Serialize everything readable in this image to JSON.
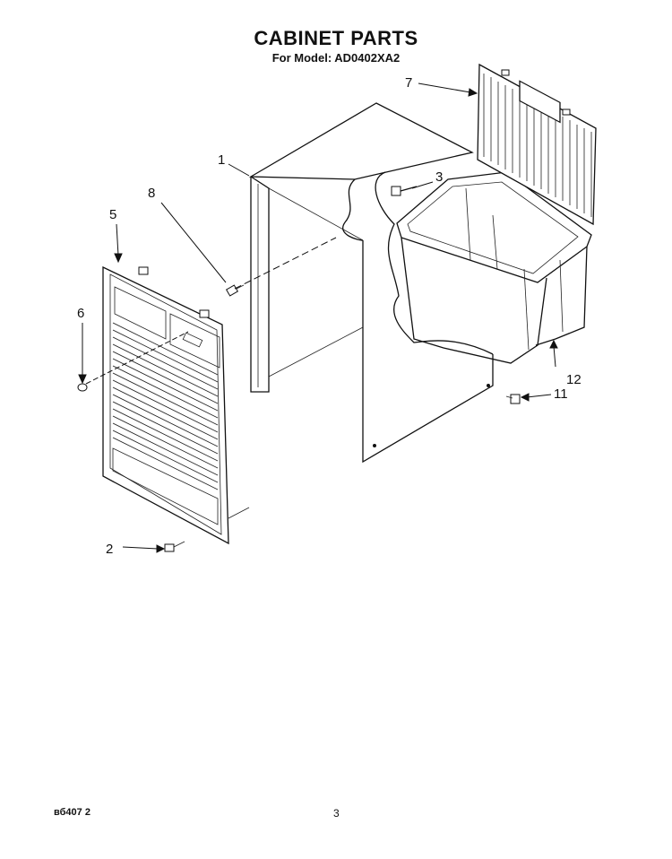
{
  "title": "CABINET PARTS",
  "subtitle": "For Model: AD0402XA2",
  "callouts": {
    "c1": "1",
    "c2": "2",
    "c3": "3",
    "c5": "5",
    "c6": "6",
    "c7": "7",
    "c8": "8",
    "c11": "11",
    "c12": "12"
  },
  "footer": {
    "code": "вб407 2",
    "page_number": "3"
  }
}
